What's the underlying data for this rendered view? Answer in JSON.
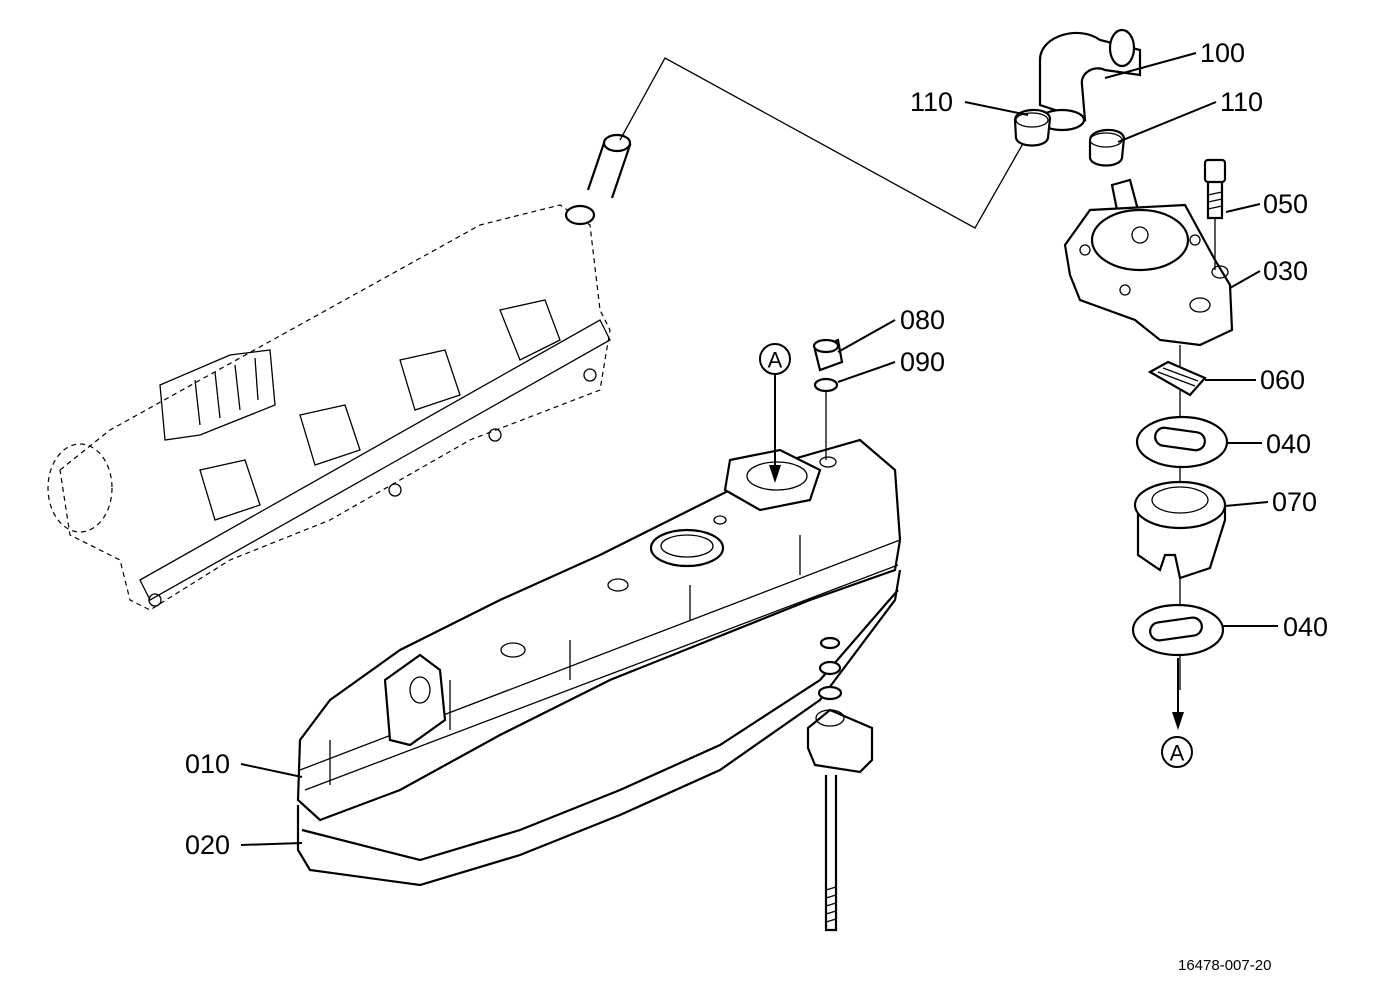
{
  "callouts": {
    "c010": "010",
    "c020": "020",
    "c030": "030",
    "c040a": "040",
    "c040b": "040",
    "c050": "050",
    "c060": "060",
    "c070": "070",
    "c080": "080",
    "c090": "090",
    "c100": "100",
    "c110a": "110",
    "c110b": "110"
  },
  "references": {
    "top": "A",
    "bottom": "A"
  },
  "figure_id": "16478-007-20"
}
